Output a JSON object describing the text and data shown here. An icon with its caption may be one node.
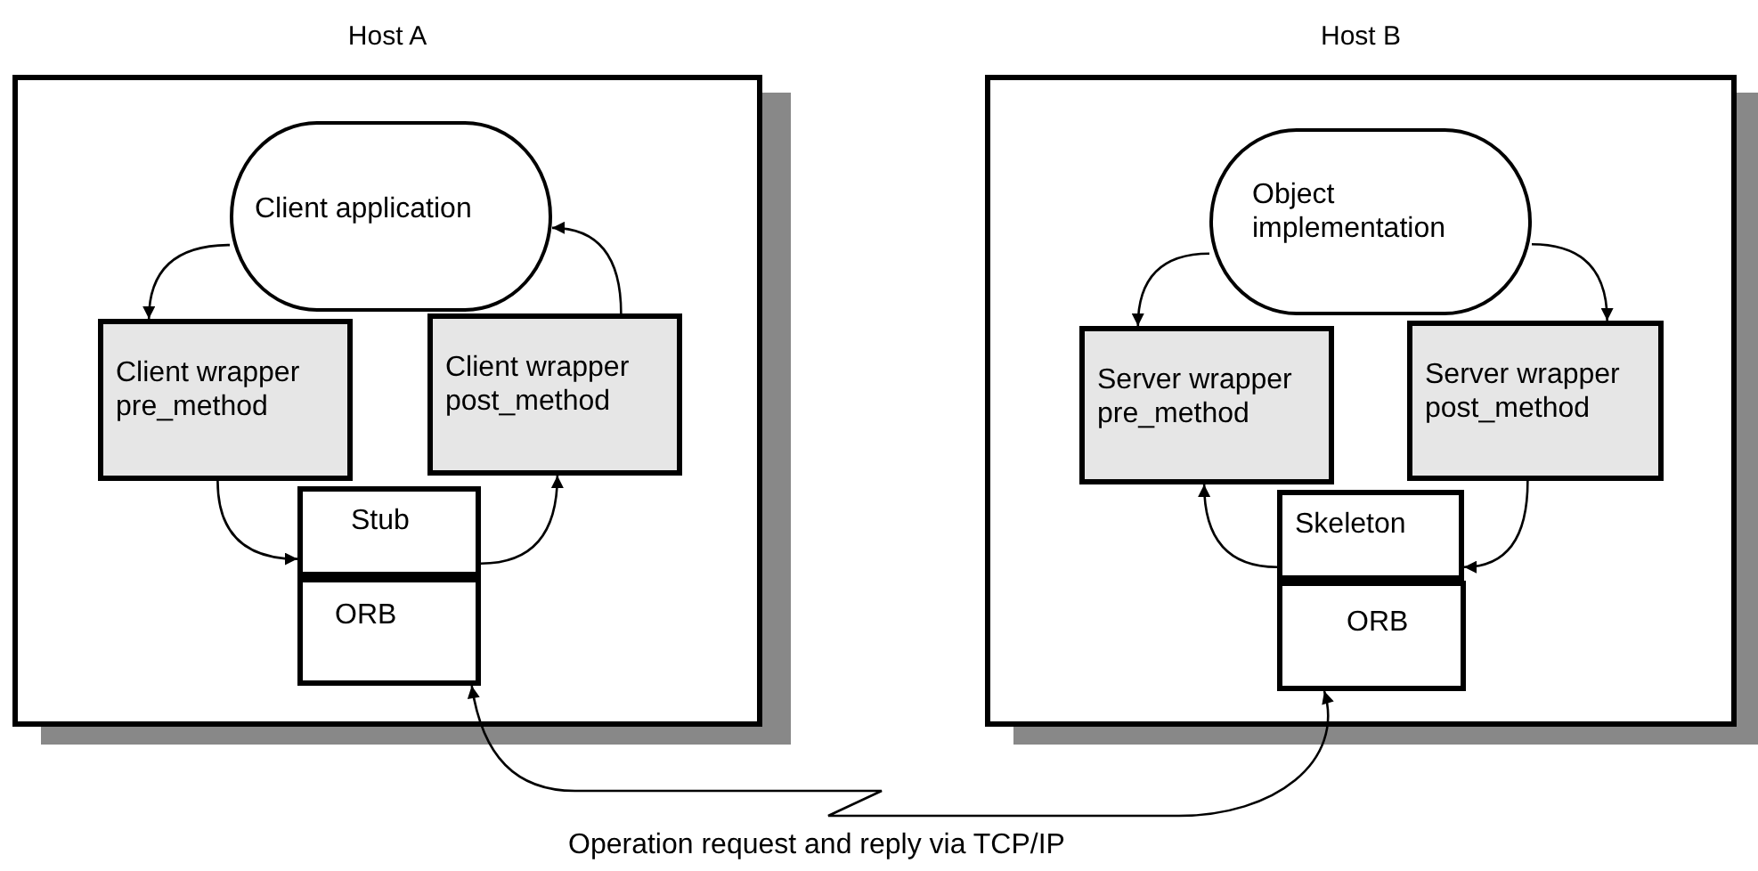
{
  "diagram": {
    "nodes": [
      {
        "text": [
          "Host A"
        ]
      },
      {
        "text": [
          "Client application"
        ],
        "in": 0
      },
      {
        "text": [
          "Client wrapper pre_method"
        ],
        "in": 0
      },
      {
        "text": [
          "Client wrapper post_method"
        ],
        "in": 0
      },
      {
        "text": [
          "Stub"
        ],
        "in": 0
      },
      {
        "text": [
          "ORB"
        ],
        "in": 0
      },
      {
        "text": [
          "Host B"
        ]
      },
      {
        "text": [
          "Object implementation"
        ],
        "in": 6
      },
      {
        "text": [
          "Server wrapper pre_method"
        ],
        "in": 6
      },
      {
        "text": [
          "Server wrapper post_method"
        ],
        "in": 6
      },
      {
        "text": [
          "Skeleton"
        ],
        "in": 6
      },
      {
        "text": [
          "ORB"
        ],
        "in": 6
      }
    ],
    "edges": [
      {
        "from": 1,
        "to": 2,
        "arrow": "to"
      },
      {
        "from": 2,
        "to": 4,
        "arrow": "to"
      },
      {
        "from": 4,
        "to": 3,
        "arrow": "to"
      },
      {
        "from": 3,
        "to": 1,
        "arrow": "to"
      },
      {
        "from": 7,
        "to": 8,
        "arrow": "to"
      },
      {
        "from": 7,
        "to": 9,
        "arrow": "to"
      },
      {
        "from": 9,
        "to": 10,
        "arrow": "to"
      },
      {
        "from": 10,
        "to": 8,
        "arrow": "to"
      },
      {
        "from": 5,
        "to": 11,
        "arrow": "both",
        "label": "Operation request and reply via TCP/IP"
      }
    ]
  }
}
